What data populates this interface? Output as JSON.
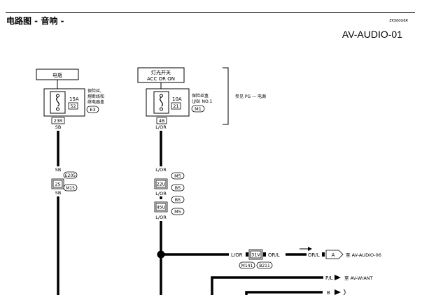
{
  "header": {
    "title": "电路图 - 音响 -",
    "code": "EKS00G6R",
    "diagram_id": "AV-AUDIO-01"
  },
  "power": {
    "battery_label": "电瓶",
    "ignition_label_1": "灯光开关",
    "ignition_label_2": "ACC OR ON",
    "ref_note": "参见 PG — 电源"
  },
  "fuse1": {
    "amp": "15A",
    "num": "52",
    "desc_1": "保险丝,",
    "desc_2": "熔断线和",
    "desc_3": "继电器盒",
    "connector": "E3",
    "terminal": "23R"
  },
  "fuse2": {
    "amp": "10A",
    "num": "21",
    "desc_1": "保险丝盒",
    "desc_2": "(J/B) NO.1",
    "connector": "M1",
    "terminal": "4B"
  },
  "left_wire": {
    "color_top": "SB",
    "color_mid": "SB",
    "color_bot": "SB",
    "conn_a": "E205",
    "conn_b": "M15",
    "terminal": "2S"
  },
  "right_wire": {
    "color_1": "L/OR",
    "color_2": "L/OR",
    "color_3": "L/OR",
    "color_4": "L/OR",
    "conn_1": "M5",
    "term_1": "22U",
    "conn_2": "B5",
    "conn_3": "B5",
    "term_2": "45U",
    "conn_4": "M5"
  },
  "branch": {
    "color_in": "L/OR",
    "terminal": "31V",
    "color_out": "OR/L",
    "conn_a": "M141",
    "conn_b": "B211",
    "color_arrow": "OR/L",
    "arrow_letter": "A",
    "dest": "至 AV-AUDIO-06"
  },
  "branch2": {
    "color": "P/L",
    "dest": "至 AV-W/ANT"
  },
  "branch3": {
    "color": "B"
  }
}
